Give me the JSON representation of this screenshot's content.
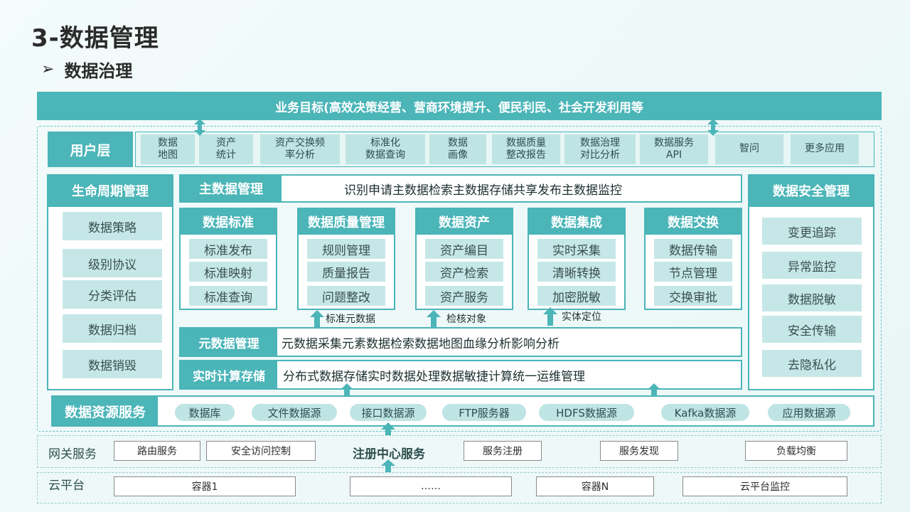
{
  "title": "3-数据管理",
  "subtitle": "数据治理",
  "subtitle_arrow": "➢",
  "goal": "业务目标(高效决策经营、营商环境提升、便民利民、社会开发利用等",
  "user_layer": {
    "label": "用户层",
    "items": [
      [
        "数据",
        "地图"
      ],
      [
        "资产",
        "统计"
      ],
      [
        "资产交换频",
        "率分析"
      ],
      [
        "标准化",
        "数据查询"
      ],
      [
        "数据",
        "画像"
      ],
      [
        "数据质量",
        "整改报告"
      ],
      [
        "数据治理",
        "对比分析"
      ],
      [
        "数据服务",
        "API"
      ],
      [
        "智问"
      ],
      [
        "更多应用"
      ]
    ]
  },
  "lifecycle": {
    "title": "生命周期管理",
    "items": [
      "数据策略",
      "级别协议",
      "分类评估",
      "数据归档",
      "数据销毁"
    ]
  },
  "security": {
    "title": "数据安全管理",
    "items": [
      "变更追踪",
      "异常监控",
      "数据脱敏",
      "安全传输",
      "去隐私化"
    ]
  },
  "master_data": {
    "label": "主数据管理",
    "text": "识别申请主数据检索主数据存储共享发布主数据监控"
  },
  "modules": [
    {
      "title": "数据标准",
      "items": [
        "标准发布",
        "标准映射",
        "标准查询"
      ]
    },
    {
      "title": "数据质量管理",
      "items": [
        "规则管理",
        "质量报告",
        "问题整改"
      ]
    },
    {
      "title": "数据资产",
      "items": [
        "资产编目",
        "资产检索",
        "资产服务"
      ]
    },
    {
      "title": "数据集成",
      "items": [
        "实时采集",
        "清晰转换",
        "加密脱敏"
      ]
    },
    {
      "title": "数据交换",
      "items": [
        "数据传输",
        "节点管理",
        "交换审批"
      ]
    }
  ],
  "arrow_labels": [
    "标准元数据",
    "检核对象",
    "实体定位"
  ],
  "metadata": {
    "label": "元数据管理",
    "text": "元数据采集元素数据检索数据地图血缘分析影响分析"
  },
  "realtime": {
    "label": "实时计算存储",
    "text": "分布式数据存储实时数据处理数据敏捷计算统一运维管理"
  },
  "resource_service": {
    "label": "数据资源服务",
    "items": [
      "数据库",
      "文件数据源",
      "接口数据源",
      "FTP服务器",
      "HDFS数据源",
      "Kafka数据源",
      "应用数据源"
    ]
  },
  "gateway": {
    "label": "网关服务",
    "center": "注册中心服务",
    "items": [
      "路由服务",
      "安全访问控制",
      "服务注册",
      "服务发现",
      "负载均衡"
    ]
  },
  "cloud": {
    "label": "云平台",
    "items": [
      "容器1",
      "……",
      "容器N",
      "云平台监控"
    ]
  },
  "colors": {
    "teal": "#4bb5b8",
    "soft": "#c6e7e7",
    "background": "#eef8f8"
  }
}
